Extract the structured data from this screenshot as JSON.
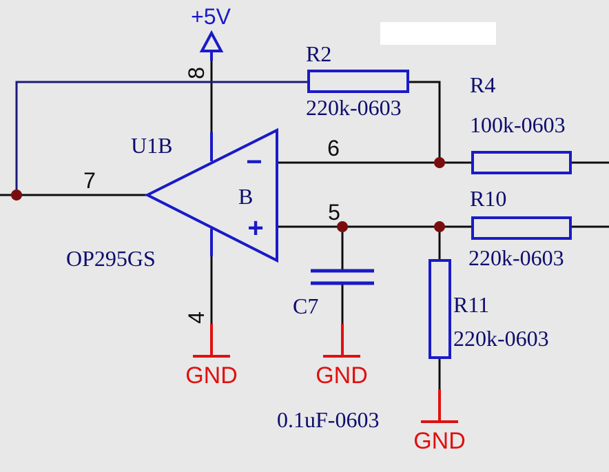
{
  "colors": {
    "background": "#e8e8e8",
    "wire": "#0d0d0d",
    "component": "#1a1ac8",
    "ref_text": "#0d0d6e",
    "power": "#1a1ac8",
    "ground": "#e01010",
    "junction": "#7a0e0e"
  },
  "power": {
    "label": "+5V"
  },
  "ground": {
    "label": "GND"
  },
  "opamp": {
    "ref": "U1B",
    "part": "OP295GS",
    "unit": "B",
    "minus_sign": "−",
    "plus_sign": "+",
    "pins": {
      "output": "7",
      "inverting": "6",
      "noninverting": "5",
      "vplus": "8",
      "vminus": "4"
    }
  },
  "components": {
    "R2": {
      "ref": "R2",
      "value": "220k-0603"
    },
    "R4": {
      "ref": "R4",
      "value": "100k-0603"
    },
    "R10": {
      "ref": "R10",
      "value": "220k-0603"
    },
    "R11": {
      "ref": "R11",
      "value": "220k-0603"
    },
    "C7": {
      "ref": "C7",
      "value": "0.1uF-0603"
    }
  }
}
